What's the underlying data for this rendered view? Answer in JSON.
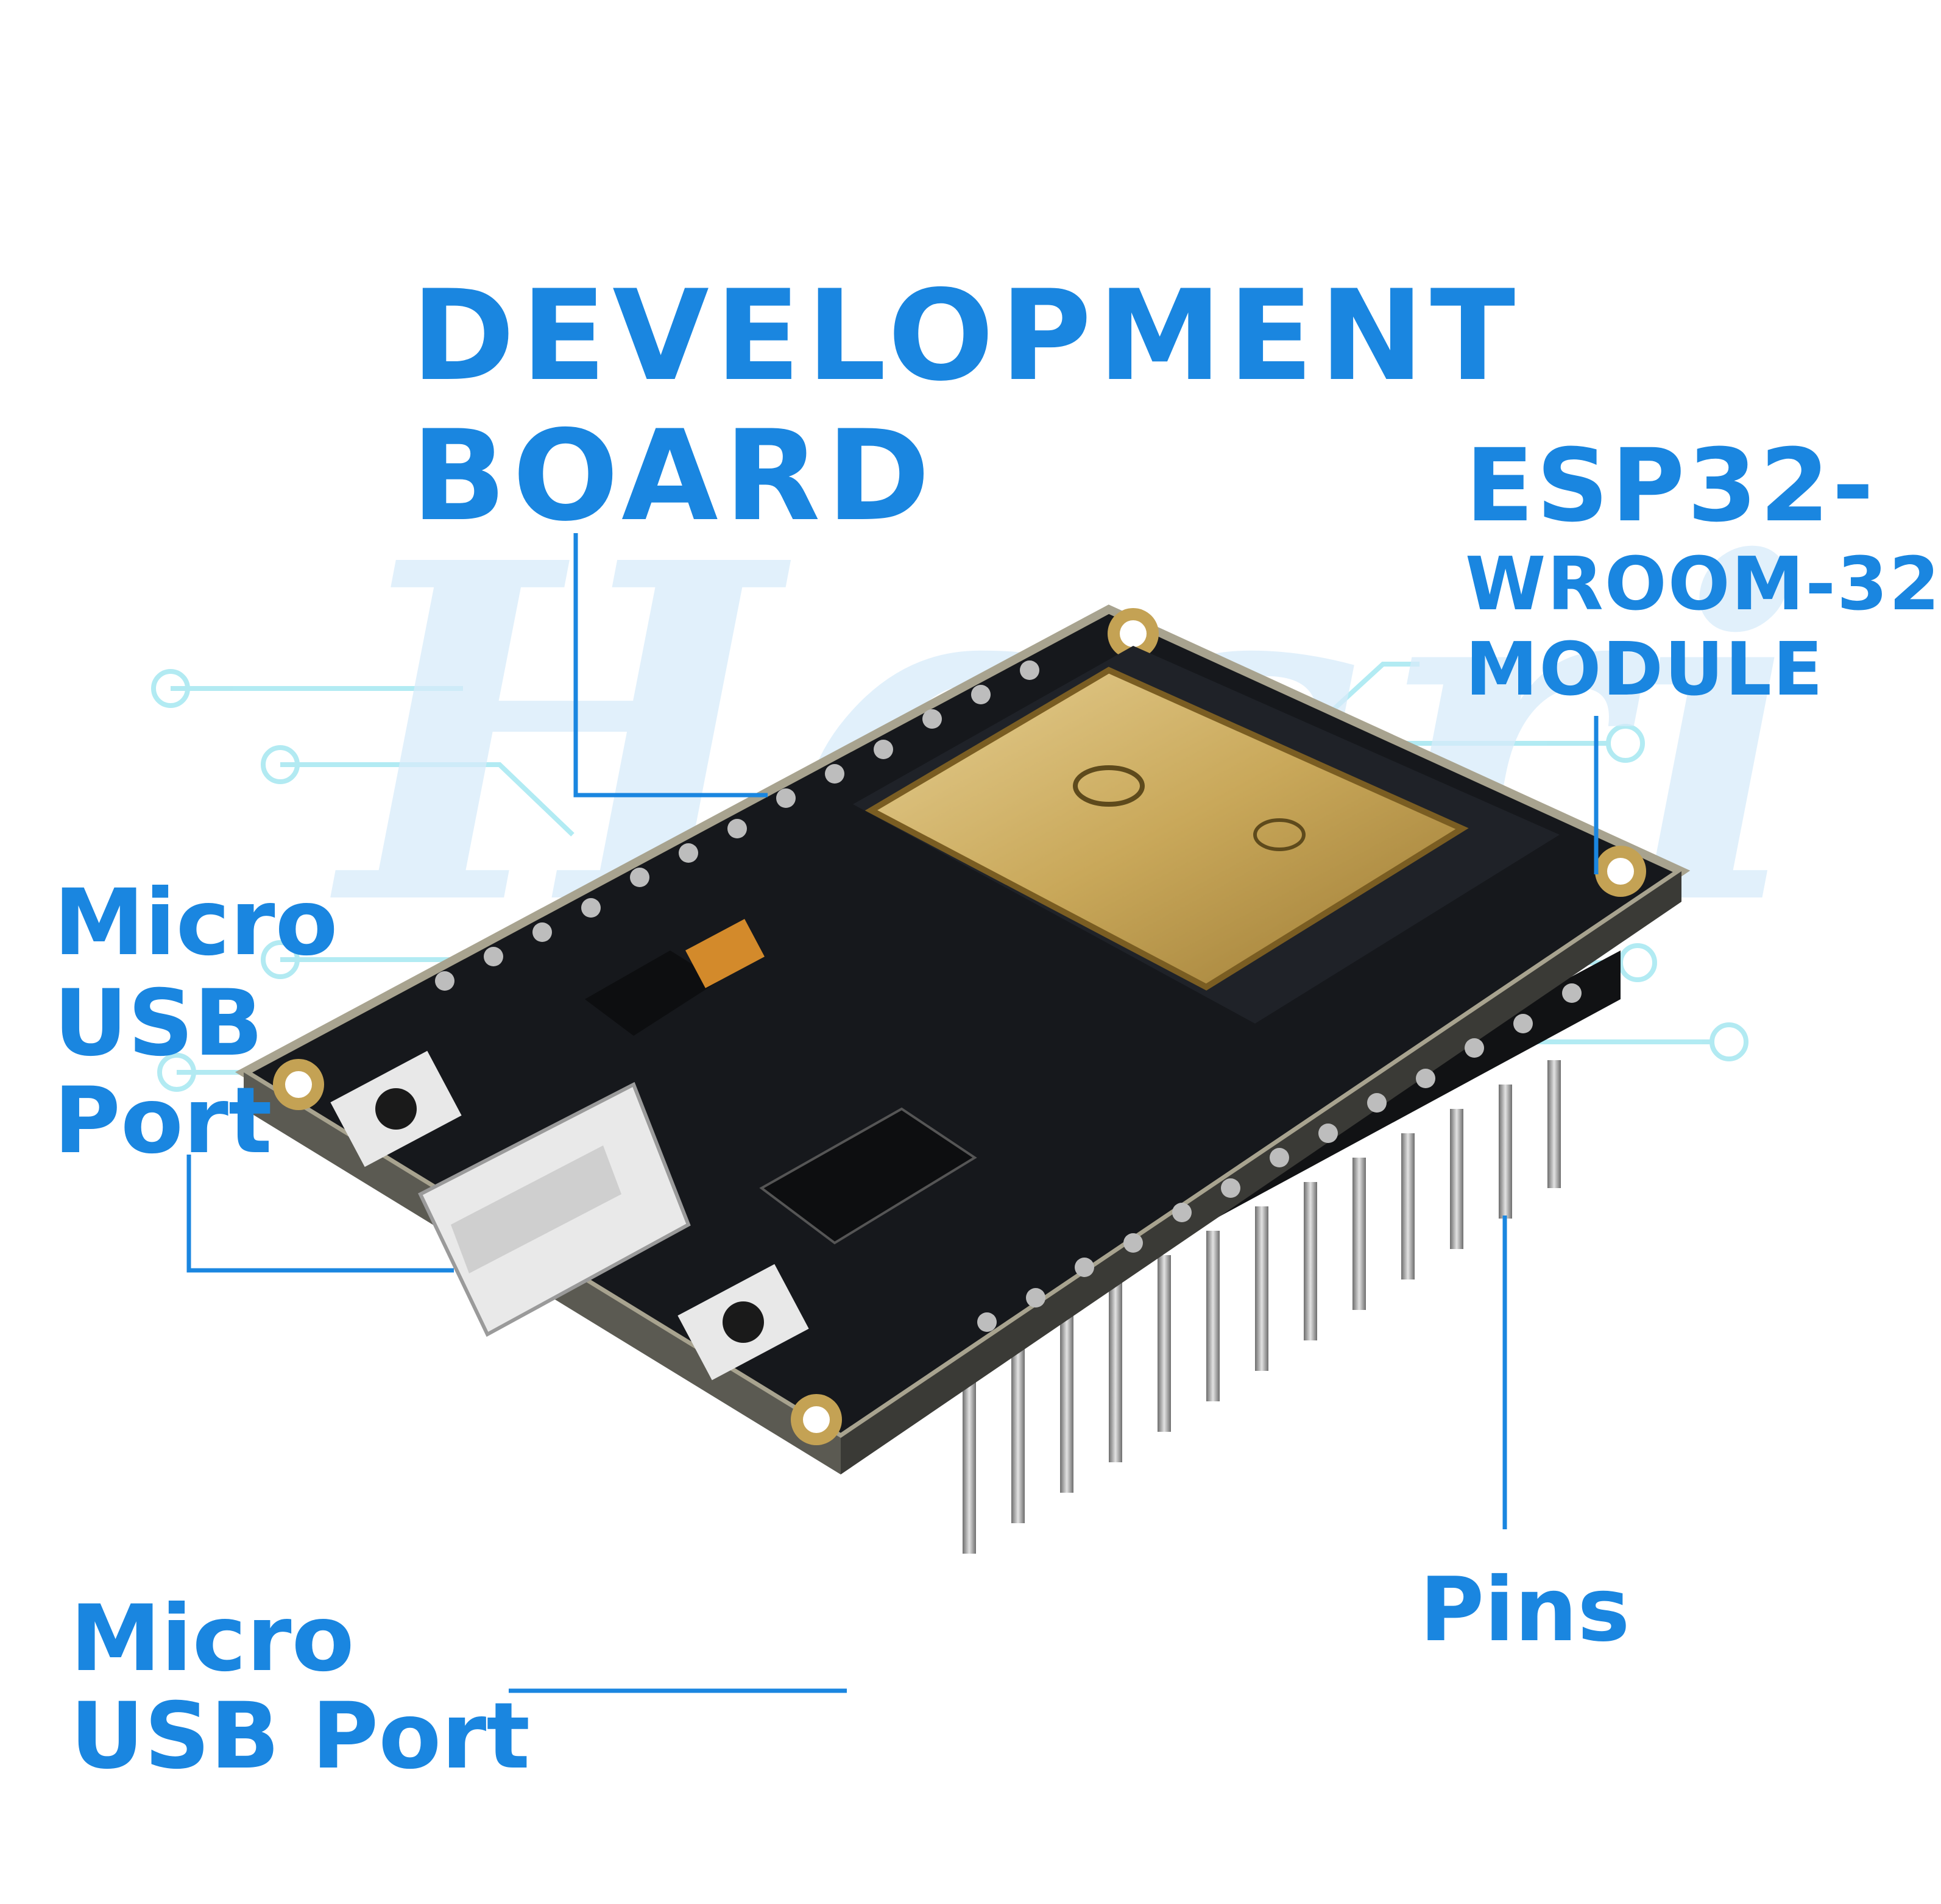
{
  "labels": {
    "development_board": [
      "DEVELOPMENT",
      "BOARD"
    ],
    "esp32_module": [
      "ESP32-",
      "WROOM-32",
      "MODULE"
    ],
    "micro_usb_port_side": [
      "Micro",
      "USB",
      "Port"
    ],
    "pins": "Pins",
    "micro_usb_port_bottom": [
      "Micro",
      "USB Port"
    ]
  },
  "watermark": "Hasri",
  "colors": {
    "label_blue": "#1a86e0",
    "watermark_blue": "#d8ecfa",
    "circuit_cyan": "#9fe6f0",
    "pcb_black": "#16181c",
    "shield_gold": "#c9a85a"
  },
  "icons": {
    "board": "esp32-devkit-photo",
    "circuit_traces": "circuit-trace-decoration"
  }
}
